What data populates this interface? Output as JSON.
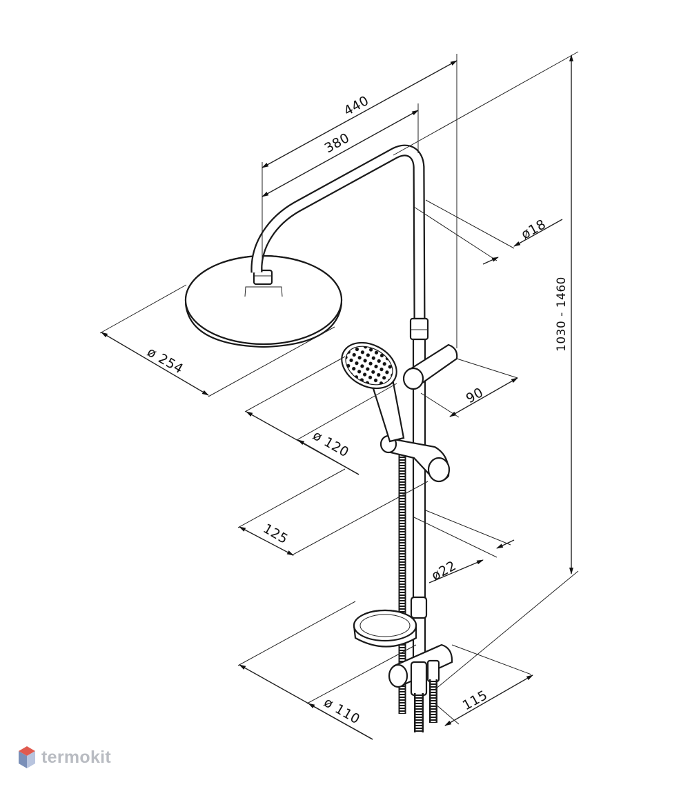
{
  "dimensions": {
    "width_440": "440",
    "width_380": "380",
    "pipe_diameter_top": "ø18",
    "height_range": "1030 - 1460",
    "head_diameter": "ø 254",
    "holder_depth": "90",
    "hand_shower_diameter": "ø 120",
    "slider_offset": "125",
    "rail_diameter": "ø22",
    "soap_dish_diameter": "ø 110",
    "mixer_depth": "115"
  },
  "watermark": {
    "brand": "termokit",
    "logo_icon": "hexagon-cube-icon"
  },
  "colors": {
    "line": "#1a1a1a",
    "watermark_text": "#b9bcc2",
    "logo_top": "#e05a4f",
    "logo_left": "#7a8fb8",
    "logo_right": "#b8c4de"
  }
}
